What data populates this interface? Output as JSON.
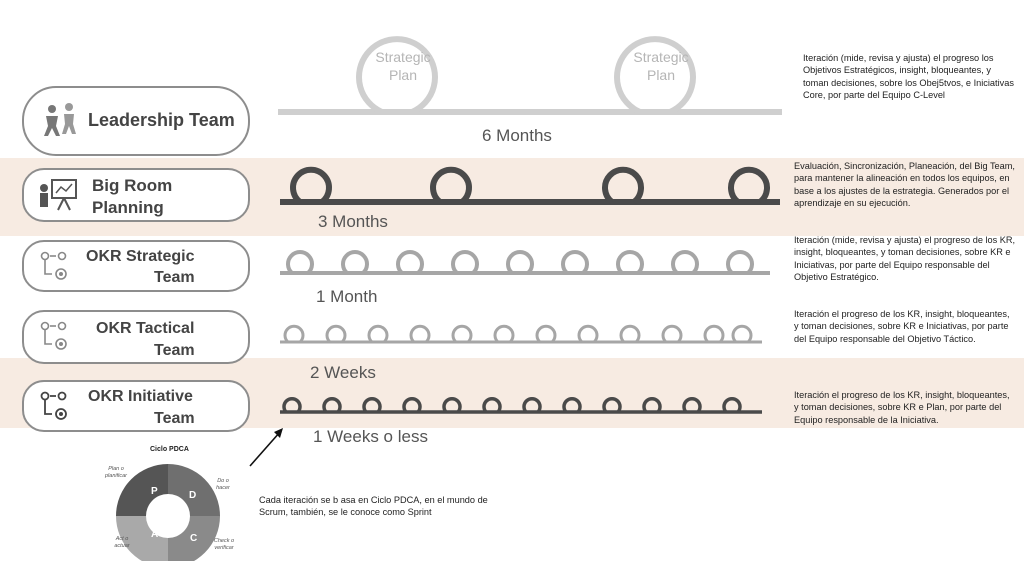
{
  "plan_label_line1": "Strategic",
  "plan_label_line2": "Plan",
  "rows": [
    {
      "label_line1": "Leadership Team",
      "label_line2": "",
      "period": "6 Months",
      "description": "Iteración (mide, revisa y ajusta) el progreso los Objetivos Estratégicos, insight, bloqueantes, y toman decisiones, sobre los Obej5tvos, e Iniciativas Core, por parte del Equipo C-Level"
    },
    {
      "label_line1": "Big Room",
      "label_line2": "Planning",
      "period": "3 Months",
      "description": "Evaluación, Sincronización, Planeación, del Big Team, para mantener la alineación en todos los equipos, en base a los ajustes de la estrategia. Generados por el aprendizaje en su ejecución."
    },
    {
      "label_line1": "OKR Strategic",
      "label_line2": "Team",
      "period": "1 Month",
      "description": "Iteración (mide, revisa y ajusta) el progreso de los KR, insight, bloqueantes, y toman decisiones, sobre KR e Iniciativas, por parte del Equipo responsable del Objetivo Estratégico."
    },
    {
      "label_line1": "OKR Tactical",
      "label_line2": "Team",
      "period": "2 Weeks",
      "description": "Iteración el progreso de los KR, insight, bloqueantes, y toman decisiones, sobre KR e Iniciativas, por parte del Equipo responsable del Objetivo Táctico."
    },
    {
      "label_line1": "OKR Initiative",
      "label_line2": "Team",
      "period": "1 Weeks o less",
      "description": "Iteración el progreso de los KR, insight, bloqueantes, y toman decisiones, sobre KR e Plan, por parte del Equipo responsable de la Iniciativa."
    }
  ],
  "pdca": {
    "title": "Ciclo PDCA",
    "letters": [
      "P",
      "D",
      "C",
      "A"
    ],
    "labels": [
      "Plan o planificar",
      "Do o hacer",
      "Check o verificar",
      "Act o actuar"
    ]
  },
  "note": "Cada iteración se b asa en Ciclo PDCA, en el mundo de Scrum, también, se le conoce como Sprint",
  "colors": {
    "band": "#f7ebe2",
    "pill_border": "#8d8d8d",
    "timeline_light": "#cfcfcf",
    "timeline_dark": "#4a4a4a"
  }
}
